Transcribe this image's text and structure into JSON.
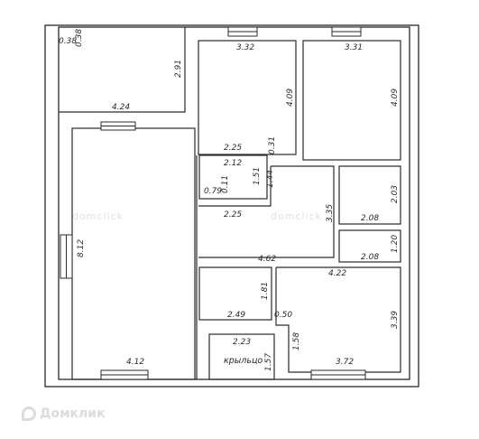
{
  "brand": {
    "logo_text": "Домклик",
    "watermark": "domclick"
  },
  "rooms": {
    "room_top_left": {
      "width": "4.24",
      "height": "2.91",
      "corner_a": "0.38",
      "corner_b": "0.38"
    },
    "room_top_mid": {
      "width": "3.32",
      "height": "4.09"
    },
    "room_top_right": {
      "width": "3.31",
      "height": "4.09"
    },
    "room_big_left": {
      "height": "8.12",
      "bottom_width": "4.12"
    },
    "bath": {
      "width_top": "2.25",
      "width": "2.12",
      "height": "1.51",
      "offset": "0.31",
      "wall_a": "0.79",
      "wall_b": "0.11"
    },
    "corridor": {
      "width_top": "2.25",
      "depth": "1.44",
      "width": "4.62",
      "height": "3.35"
    },
    "small_right_top": {
      "width": "2.08",
      "height": "2.03"
    },
    "small_right_bottom": {
      "width": "2.08",
      "height": "1.20"
    },
    "room_bottom_mid": {
      "width": "2.49",
      "height": "1.81"
    },
    "room_bottom_right": {
      "width": "4.22",
      "height": "3.39",
      "offset": "0.50",
      "step": "1.58",
      "bottom_width": "3.72"
    },
    "porch": {
      "label": "крыльцо",
      "width": "2.23",
      "height": "1.57"
    }
  }
}
